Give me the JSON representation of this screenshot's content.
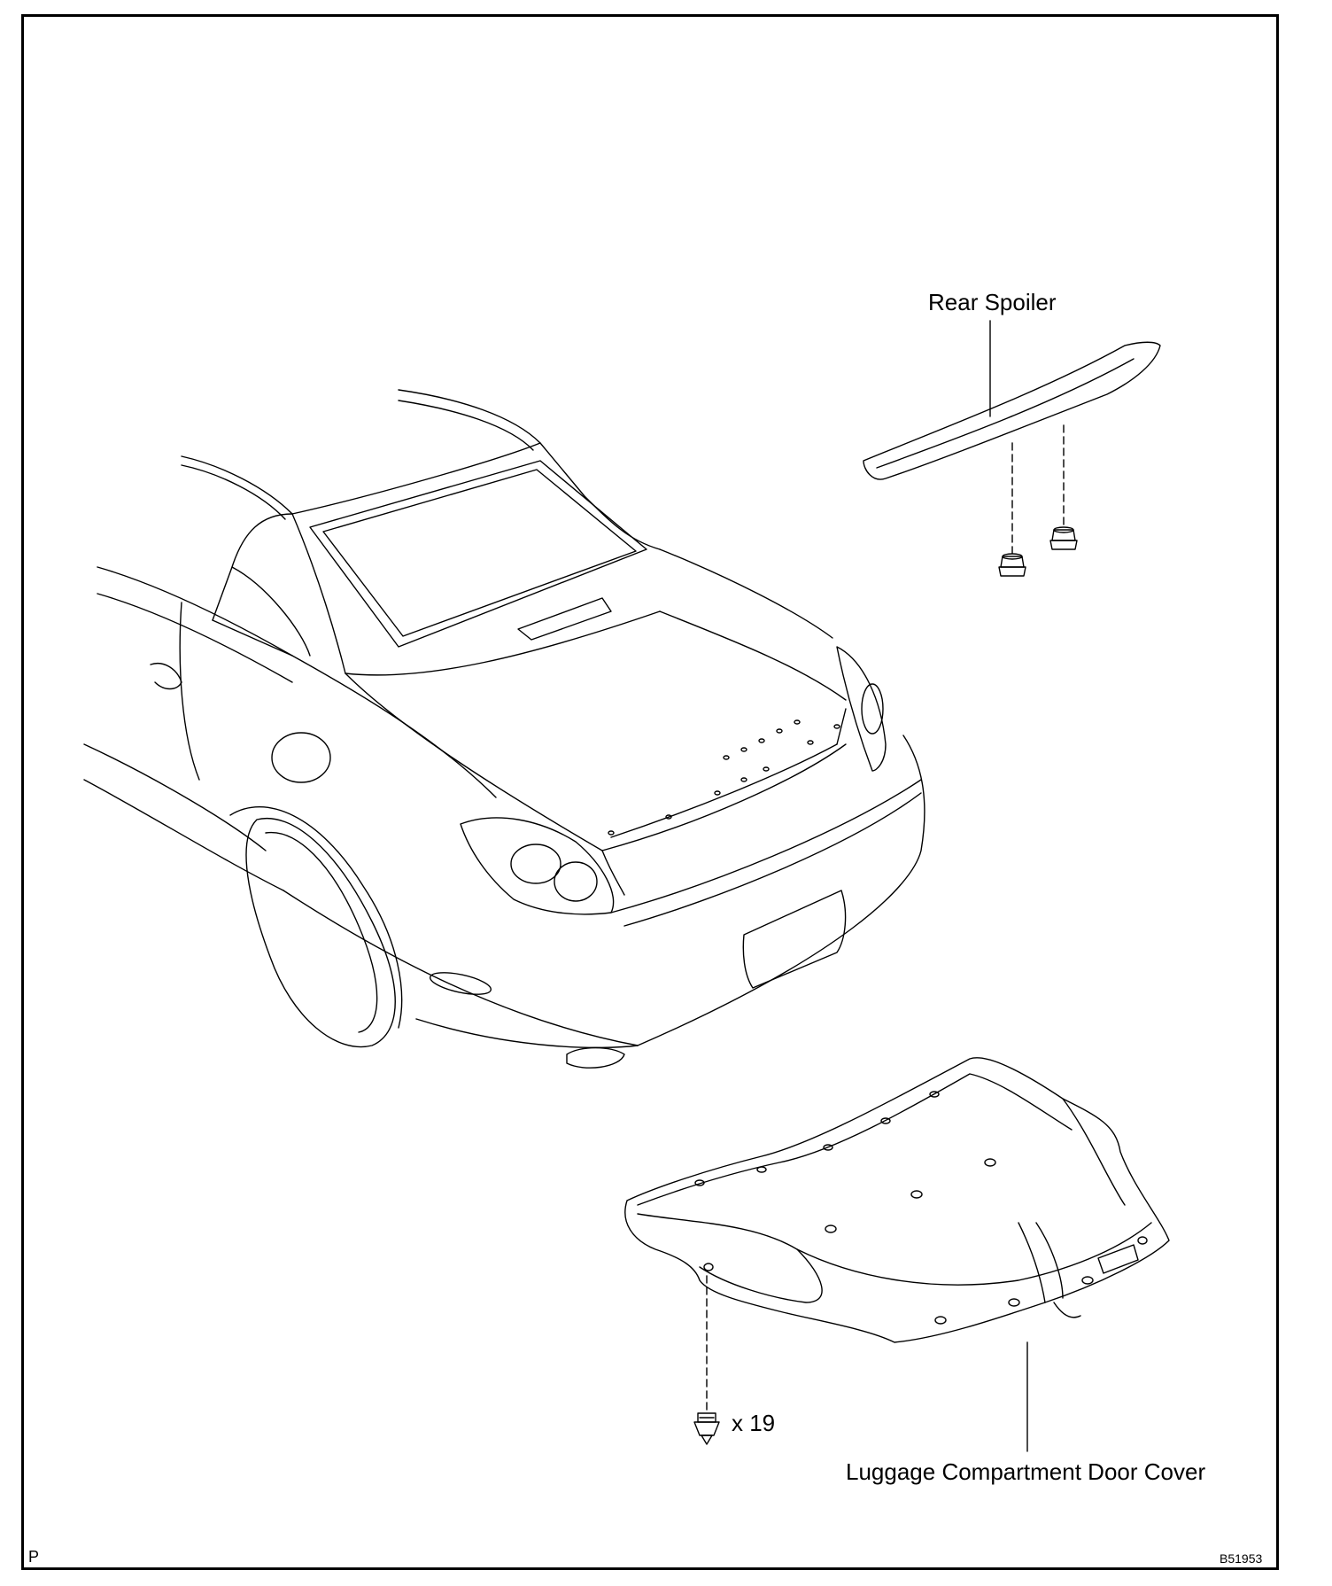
{
  "labels": {
    "rear_spoiler": "Rear Spoiler",
    "luggage_cover": "Luggage Compartment Door Cover",
    "fastener_count": "x 19",
    "corner_mark": "P",
    "figure_code": "B51953"
  },
  "colors": {
    "line": "#000000",
    "background": "#ffffff"
  },
  "icons": {
    "clip": "push-clip-icon",
    "nut": "nut-icon"
  }
}
